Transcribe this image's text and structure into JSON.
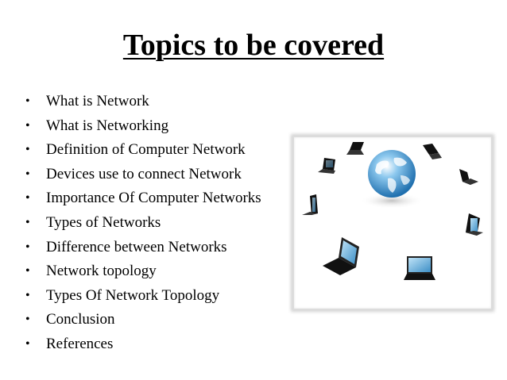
{
  "slide": {
    "title": "Topics to be covered",
    "bullet_symbol": "•",
    "items": [
      "What is Network",
      "What is Networking",
      "Definition of Computer Network",
      "Devices use to connect Network",
      "Importance Of Computer Networks",
      "Types of Networks",
      "Difference between Networks",
      "Network topology",
      "Types Of Network Topology",
      "Conclusion",
      "References"
    ]
  },
  "illustration": {
    "icon": "globe-with-laptops-network-icon",
    "colors": {
      "globe": "#2f86c8",
      "globe_light": "#8cc8ee",
      "laptop": "#1a1a1a",
      "screen": "#5aa8d8",
      "frame": "#dcdcdc"
    }
  }
}
